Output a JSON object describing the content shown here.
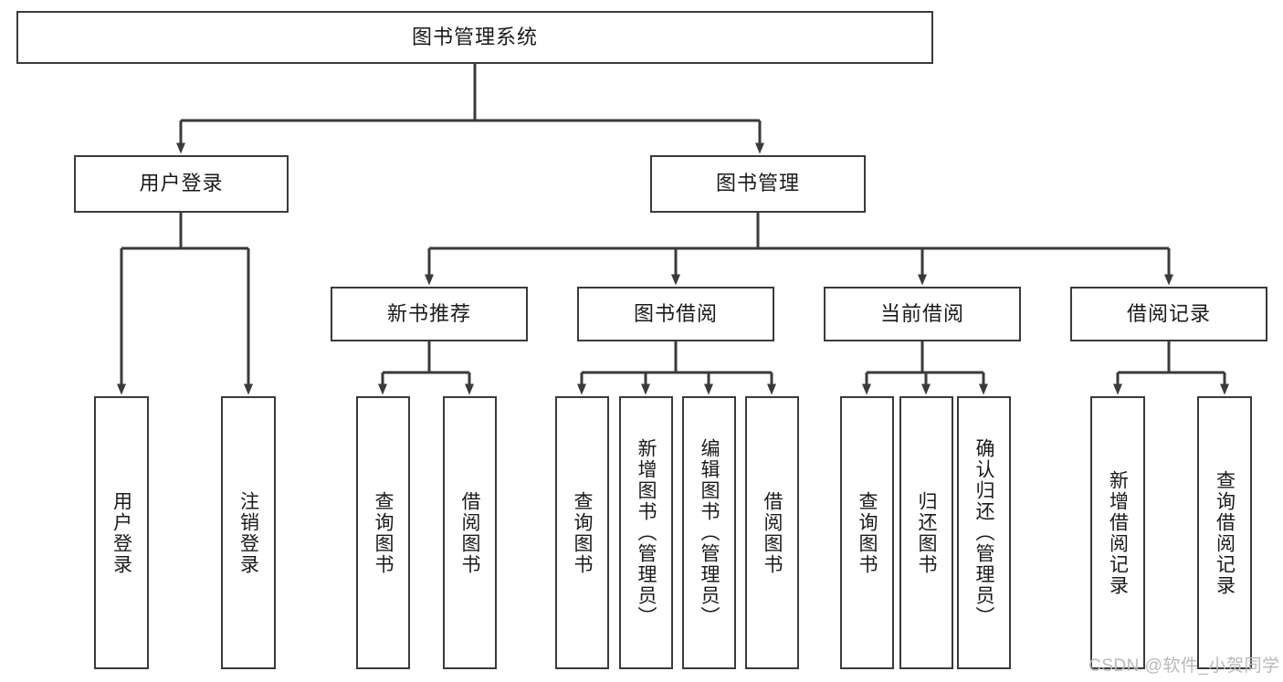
{
  "diagram": {
    "title": "图书管理系统",
    "type": "hierarchy-tree",
    "orientation": "top-down",
    "colors": {
      "box_border": "#3a3a3a",
      "box_fill": "#ffffff",
      "connector": "#3a3a3a",
      "text": "#1a1a1a",
      "watermark": "#b9b9b9"
    }
  },
  "root": {
    "label": "图书管理系统"
  },
  "level2": [
    {
      "id": "user-login",
      "label": "用户登录"
    },
    {
      "id": "book-management",
      "label": "图书管理"
    }
  ],
  "level3": [
    {
      "id": "new-book-recommend",
      "label": "新书推荐"
    },
    {
      "id": "book-borrow",
      "label": "图书借阅"
    },
    {
      "id": "current-borrow",
      "label": "当前借阅"
    },
    {
      "id": "borrow-record",
      "label": "借阅记录"
    }
  ],
  "leaves": {
    "user_login": [
      {
        "id": "leaf-user-login",
        "label": "用户登录"
      },
      {
        "id": "leaf-logout-login",
        "label": "注销登录"
      }
    ],
    "new_book_recommend": [
      {
        "id": "leaf-query-book-1",
        "label": "查询图书"
      },
      {
        "id": "leaf-borrow-book-1",
        "label": "借阅图书"
      }
    ],
    "book_borrow": [
      {
        "id": "leaf-query-book-2",
        "label": "查询图书"
      },
      {
        "id": "leaf-add-book",
        "label": "新增图书（管理员）"
      },
      {
        "id": "leaf-edit-book",
        "label": "编辑图书（管理员）"
      },
      {
        "id": "leaf-borrow-book-2",
        "label": "借阅图书"
      }
    ],
    "current_borrow": [
      {
        "id": "leaf-query-book-3",
        "label": "查询图书"
      },
      {
        "id": "leaf-return-book",
        "label": "归还图书"
      },
      {
        "id": "leaf-confirm-return",
        "label": "确认归还（管理员）"
      }
    ],
    "borrow_record": [
      {
        "id": "leaf-add-borrow-record",
        "label": "新增借阅记录"
      },
      {
        "id": "leaf-query-borrow-record",
        "label": "查询借阅记录"
      }
    ]
  },
  "watermark": {
    "text": "CSDN @软件_小贺同学"
  }
}
